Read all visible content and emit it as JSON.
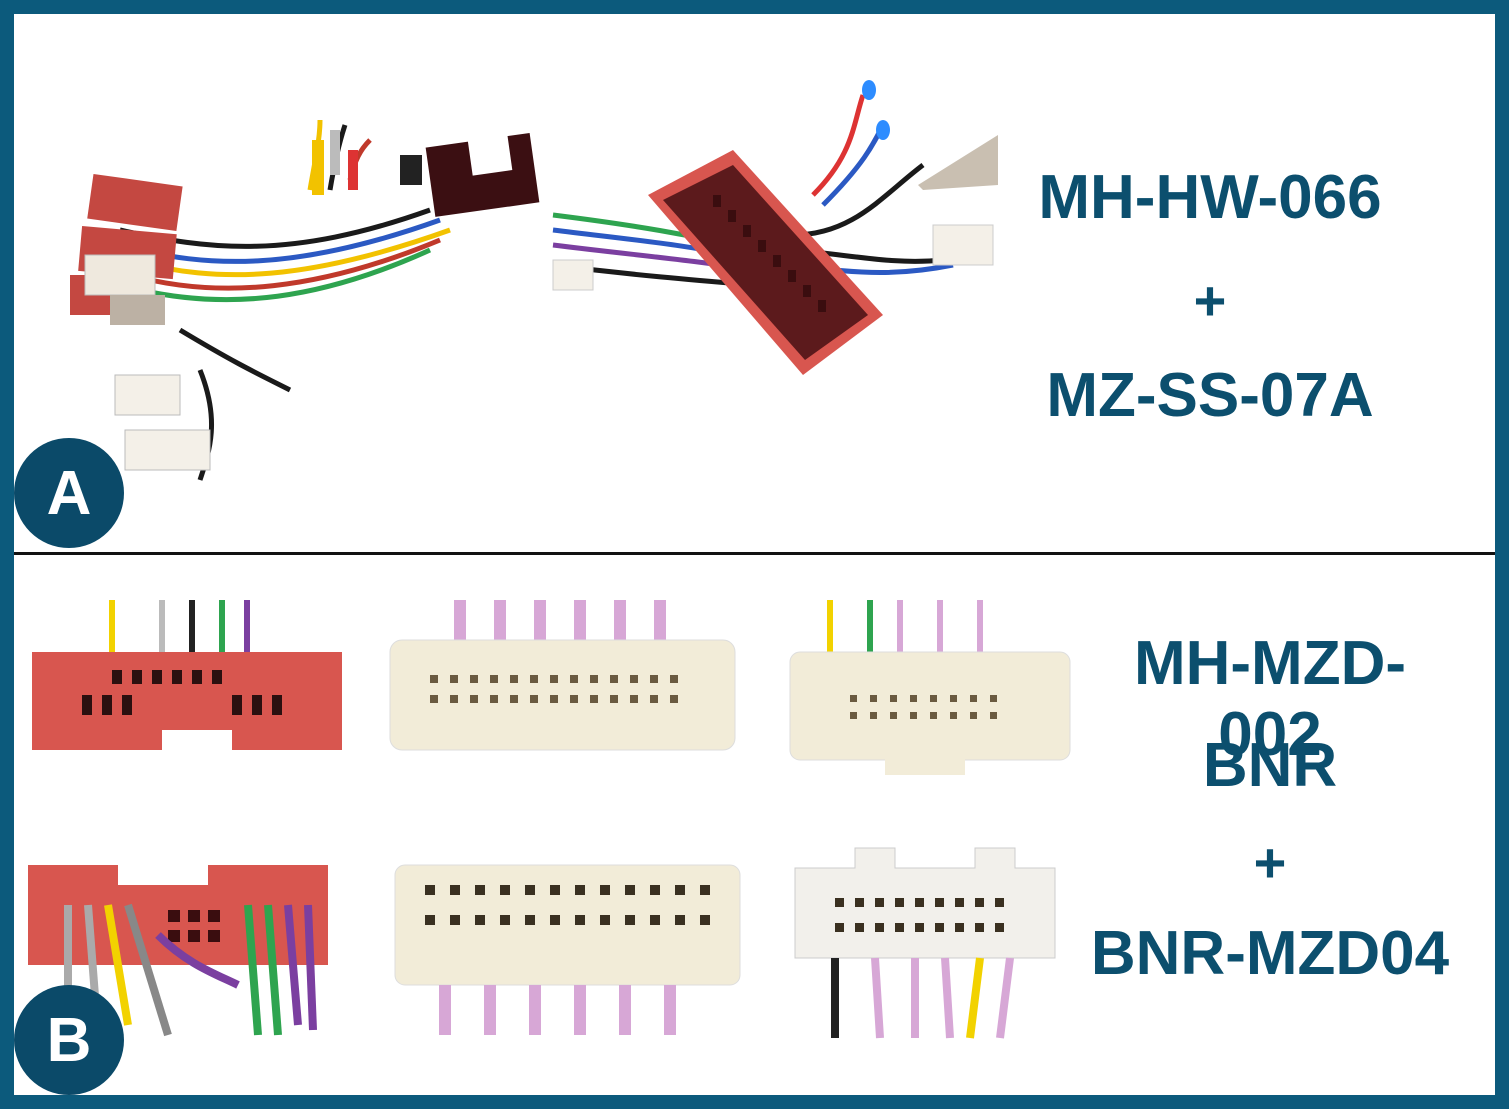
{
  "section_a": {
    "badge": "A",
    "labels": [
      "MH-HW-066",
      "+",
      "MZ-SS-07A"
    ]
  },
  "section_b": {
    "badge": "B",
    "labels": [
      "MH-MZD-002",
      "BNR",
      "+",
      "BNR-MZD04"
    ]
  },
  "colors": {
    "frame": "#0c5a7c",
    "text": "#0c4f6e",
    "badge": "#0b4a69",
    "red_connector": "#d8564f",
    "white_connector": "#f2ecd8"
  }
}
